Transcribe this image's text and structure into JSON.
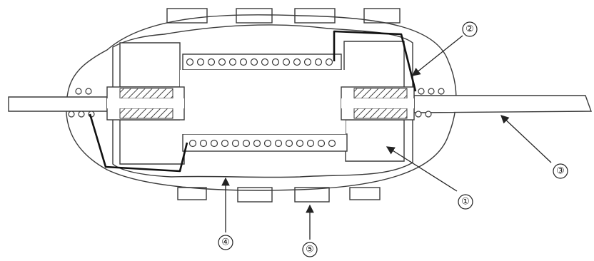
{
  "callouts": [
    {
      "id": "1",
      "label": "①"
    },
    {
      "id": "2",
      "label": "②"
    },
    {
      "id": "3",
      "label": "③"
    },
    {
      "id": "4",
      "label": "④"
    },
    {
      "id": "5",
      "label": "⑤"
    }
  ]
}
